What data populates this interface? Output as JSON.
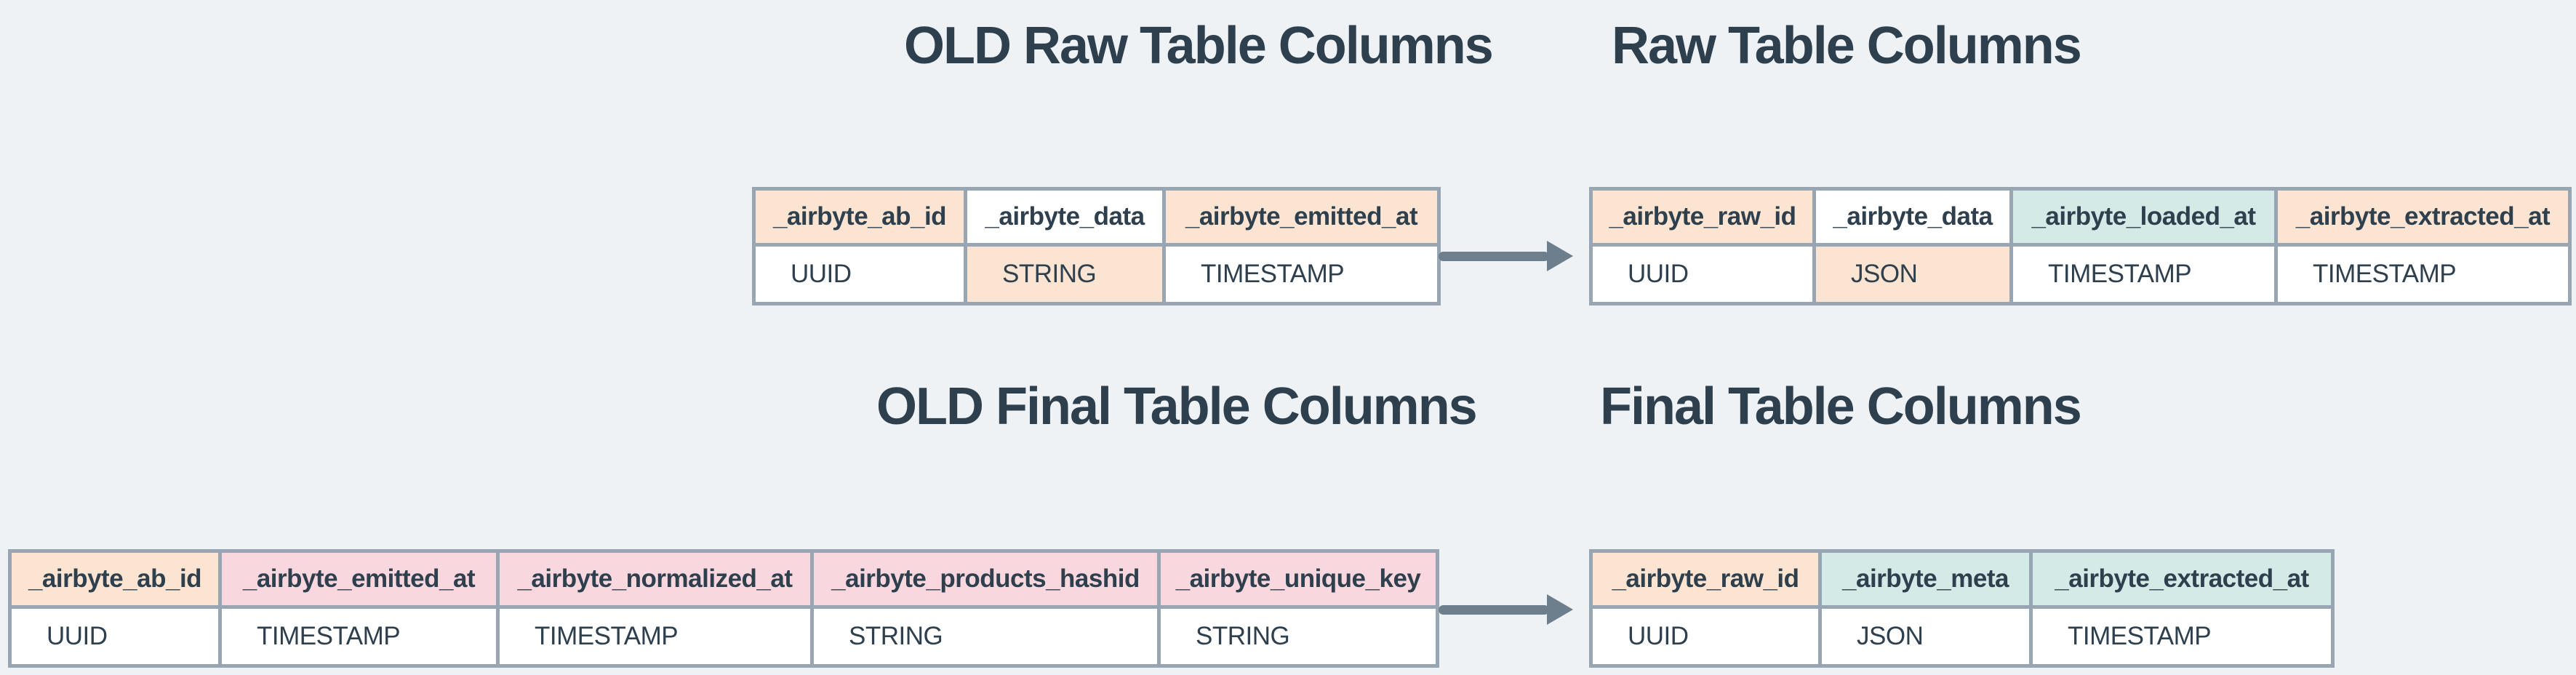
{
  "colors": {
    "background": "#eff2f5",
    "table_border": "#98a5b2",
    "text": "#2e3f4d",
    "arrow": "#6d7e8c",
    "cell_white": "#ffffff",
    "cell_peach": "#fbe5d2",
    "cell_pink": "#f8d8de",
    "cell_teal": "#d4eae7"
  },
  "icons": {
    "arrow": "arrow-right"
  },
  "sections": {
    "raw": {
      "old": {
        "title": "OLD Raw Table Columns",
        "columns": [
          {
            "header": "_airbyte_ab_id",
            "header_bg": "peach",
            "type": "UUID",
            "type_bg": "white"
          },
          {
            "header": "_airbyte_data",
            "header_bg": "white",
            "type": "STRING",
            "type_bg": "peach"
          },
          {
            "header": "_airbyte_emitted_at",
            "header_bg": "peach",
            "type": "TIMESTAMP",
            "type_bg": "white"
          }
        ]
      },
      "new": {
        "title": "Raw Table Columns",
        "columns": [
          {
            "header": "_airbyte_raw_id",
            "header_bg": "peach",
            "type": "UUID",
            "type_bg": "white"
          },
          {
            "header": "_airbyte_data",
            "header_bg": "white",
            "type": "JSON",
            "type_bg": "peach"
          },
          {
            "header": "_airbyte_loaded_at",
            "header_bg": "teal",
            "type": "TIMESTAMP",
            "type_bg": "white"
          },
          {
            "header": "_airbyte_extracted_at",
            "header_bg": "peach",
            "type": "TIMESTAMP",
            "type_bg": "white"
          }
        ]
      }
    },
    "final": {
      "old": {
        "title": "OLD Final Table Columns",
        "columns": [
          {
            "header": "_airbyte_ab_id",
            "header_bg": "peach",
            "type": "UUID",
            "type_bg": "white"
          },
          {
            "header": "_airbyte_emitted_at",
            "header_bg": "pink",
            "type": "TIMESTAMP",
            "type_bg": "white"
          },
          {
            "header": "_airbyte_normalized_at",
            "header_bg": "pink",
            "type": "TIMESTAMP",
            "type_bg": "white"
          },
          {
            "header": "_airbyte_products_hashid",
            "header_bg": "pink",
            "type": "STRING",
            "type_bg": "white"
          },
          {
            "header": "_airbyte_unique_key",
            "header_bg": "pink",
            "type": "STRING",
            "type_bg": "white"
          }
        ]
      },
      "new": {
        "title": "Final Table Columns",
        "columns": [
          {
            "header": "_airbyte_raw_id",
            "header_bg": "peach",
            "type": "UUID",
            "type_bg": "white"
          },
          {
            "header": "_airbyte_meta",
            "header_bg": "teal",
            "type": "JSON",
            "type_bg": "white"
          },
          {
            "header": "_airbyte_extracted_at",
            "header_bg": "teal",
            "type": "TIMESTAMP",
            "type_bg": "white"
          }
        ]
      }
    }
  }
}
